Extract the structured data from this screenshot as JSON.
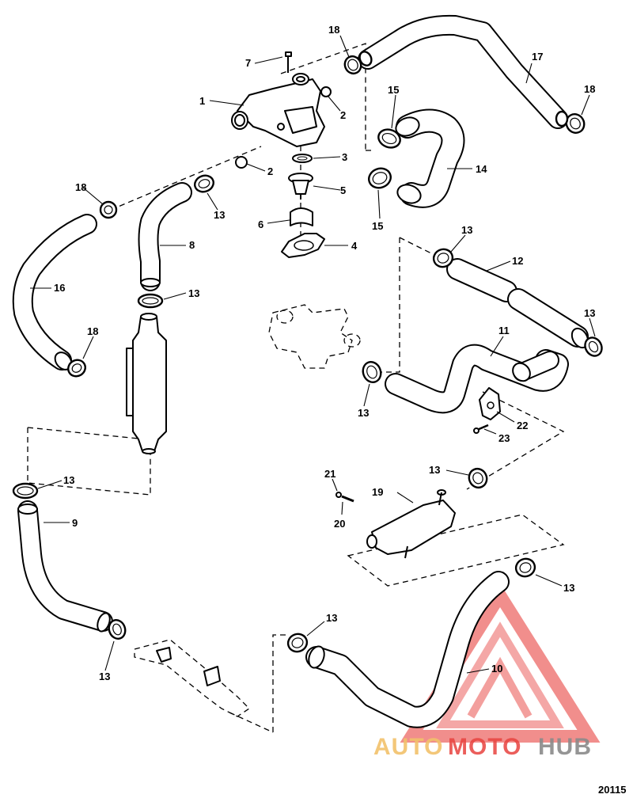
{
  "figure_number": "20115",
  "callouts": [
    {
      "id": "c1",
      "text": "1"
    },
    {
      "id": "c2a",
      "text": "2"
    },
    {
      "id": "c2b",
      "text": "2"
    },
    {
      "id": "c3",
      "text": "3"
    },
    {
      "id": "c4",
      "text": "4"
    },
    {
      "id": "c5",
      "text": "5"
    },
    {
      "id": "c6",
      "text": "6"
    },
    {
      "id": "c7",
      "text": "7"
    },
    {
      "id": "c8",
      "text": "8"
    },
    {
      "id": "c9",
      "text": "9"
    },
    {
      "id": "c10",
      "text": "10"
    },
    {
      "id": "c11",
      "text": "11"
    },
    {
      "id": "c12",
      "text": "12"
    },
    {
      "id": "c13a",
      "text": "13"
    },
    {
      "id": "c13b",
      "text": "13"
    },
    {
      "id": "c13c",
      "text": "13"
    },
    {
      "id": "c13d",
      "text": "13"
    },
    {
      "id": "c13e",
      "text": "13"
    },
    {
      "id": "c13f",
      "text": "13"
    },
    {
      "id": "c13g",
      "text": "13"
    },
    {
      "id": "c13h",
      "text": "13"
    },
    {
      "id": "c13i",
      "text": "13"
    },
    {
      "id": "c13j",
      "text": "13"
    },
    {
      "id": "c14",
      "text": "14"
    },
    {
      "id": "c15a",
      "text": "15"
    },
    {
      "id": "c15b",
      "text": "15"
    },
    {
      "id": "c16",
      "text": "16"
    },
    {
      "id": "c17",
      "text": "17"
    },
    {
      "id": "c18a",
      "text": "18"
    },
    {
      "id": "c18b",
      "text": "18"
    },
    {
      "id": "c18c",
      "text": "18"
    },
    {
      "id": "c18d",
      "text": "18"
    },
    {
      "id": "c19",
      "text": "19"
    },
    {
      "id": "c20",
      "text": "20"
    },
    {
      "id": "c21",
      "text": "21"
    },
    {
      "id": "c22",
      "text": "22"
    },
    {
      "id": "c23",
      "text": "23"
    }
  ],
  "watermark": {
    "part1": "AUTO",
    "part2": "MOTO",
    "part3": "HUB",
    "color_light": "#f2c16b",
    "color_red": "#e8433f",
    "color_gray": "#8a8a8a"
  }
}
